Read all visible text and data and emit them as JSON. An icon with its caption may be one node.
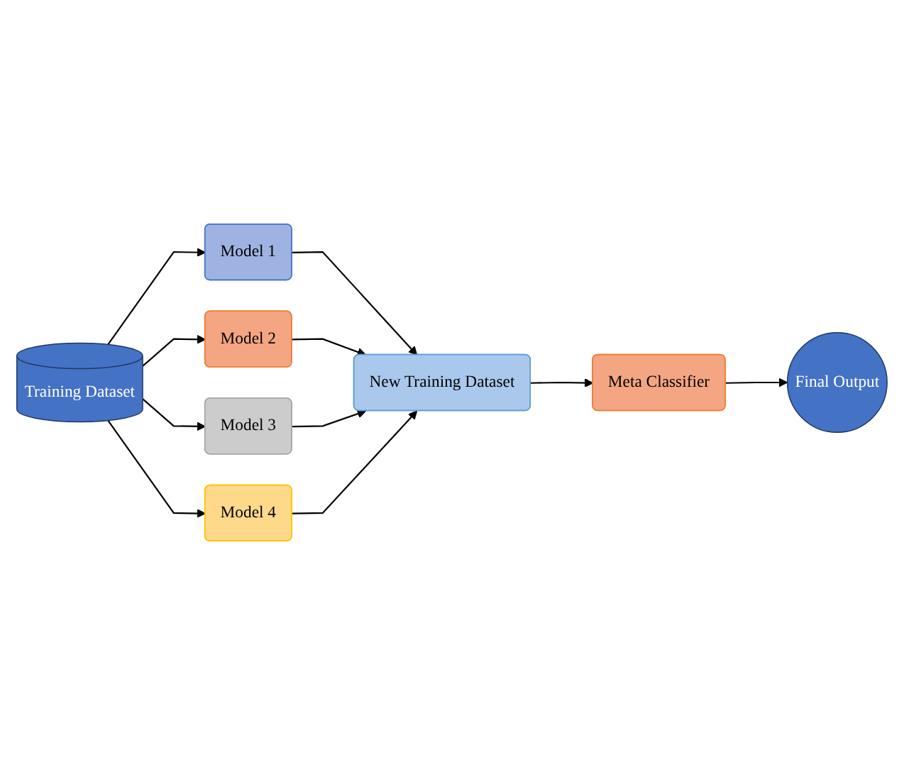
{
  "diagram": {
    "nodes": [
      {
        "text": [
          "Training Dataset"
        ]
      },
      {
        "text": [
          "Model 1"
        ]
      },
      {
        "text": [
          "Model 2"
        ]
      },
      {
        "text": [
          "Model 3"
        ]
      },
      {
        "text": [
          "Model 4"
        ]
      },
      {
        "text": [
          "New Training Dataset"
        ]
      },
      {
        "text": [
          "Meta Classifier"
        ]
      },
      {
        "text": [
          "Final Output"
        ]
      }
    ],
    "edges": [
      {
        "from": 0,
        "to": 1,
        "arrow": "to"
      },
      {
        "from": 0,
        "to": 2,
        "arrow": "to"
      },
      {
        "from": 0,
        "to": 3,
        "arrow": "to"
      },
      {
        "from": 0,
        "to": 4,
        "arrow": "to"
      },
      {
        "from": 1,
        "to": 5,
        "arrow": "to"
      },
      {
        "from": 2,
        "to": 5,
        "arrow": "to"
      },
      {
        "from": 3,
        "to": 5,
        "arrow": "to"
      },
      {
        "from": 4,
        "to": 5,
        "arrow": "to"
      },
      {
        "from": 5,
        "to": 6,
        "arrow": "to"
      },
      {
        "from": 6,
        "to": 7,
        "arrow": "to"
      }
    ]
  }
}
